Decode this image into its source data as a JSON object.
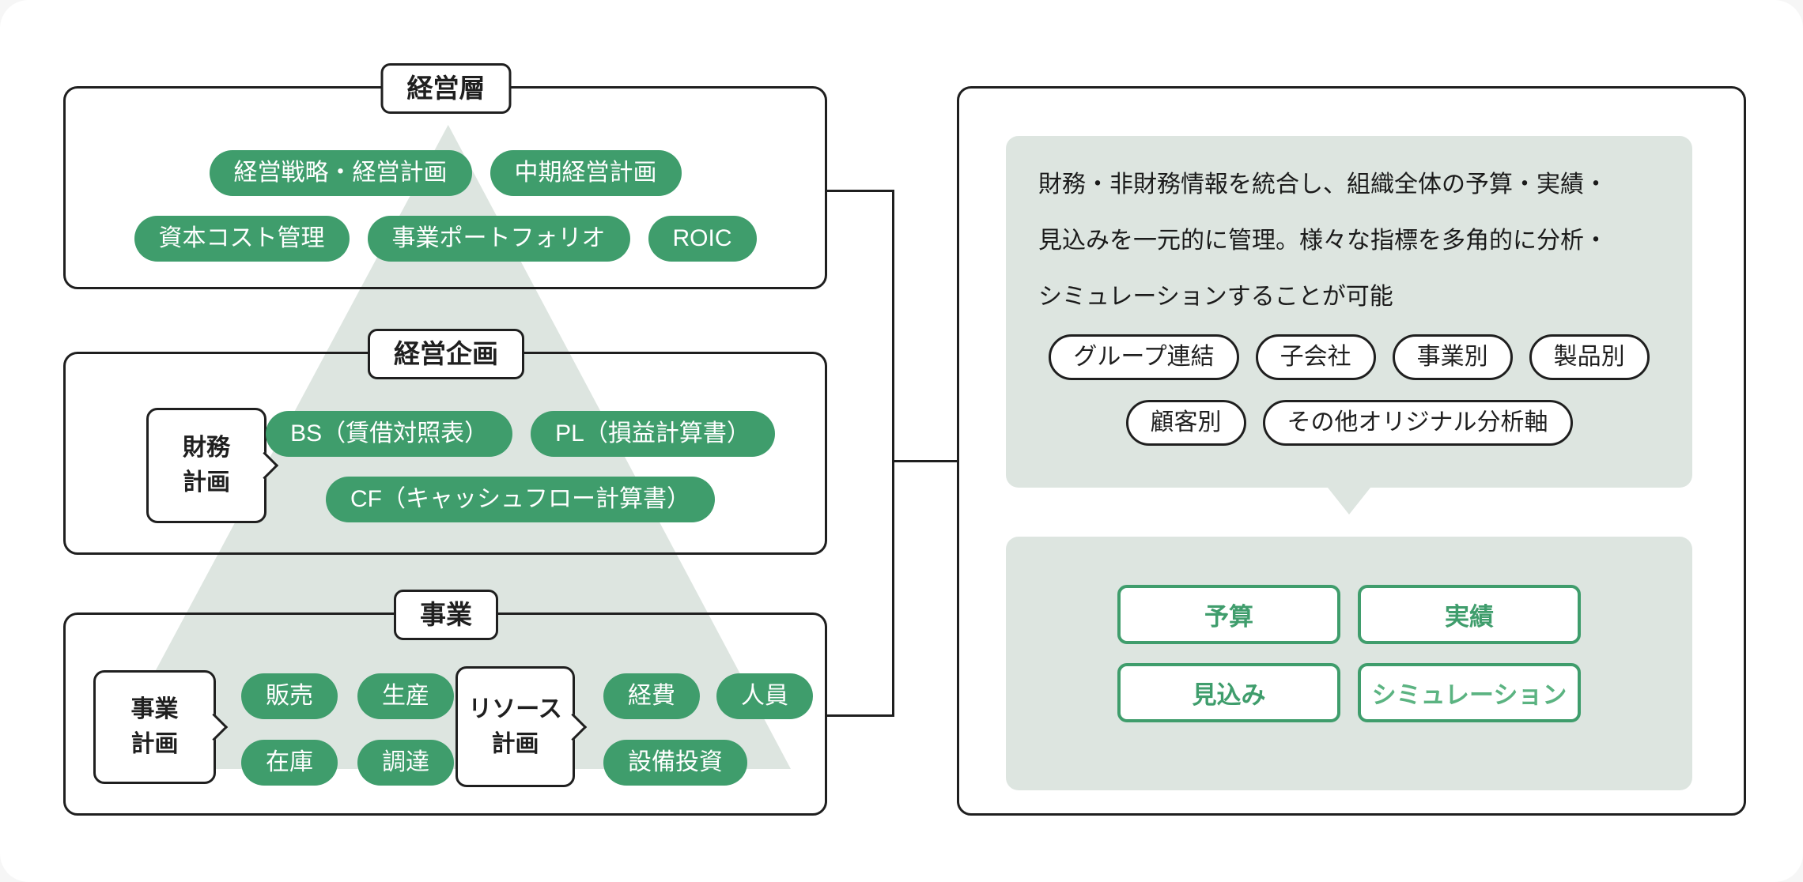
{
  "colors": {
    "pill_green": "#3f9d6c",
    "button_text_green": "#3f9d6c",
    "simulation_text_green": "#5bb381",
    "surface_gray_green": "#dde5e0",
    "ink": "#1f1f1f"
  },
  "left": {
    "box1": {
      "tab": "経営層",
      "row1": [
        "経営戦略・経営計画",
        "中期経営計画"
      ],
      "row2": [
        "資本コスト管理",
        "事業ポートフォリオ",
        "ROIC"
      ]
    },
    "box2": {
      "tab": "経営企画",
      "bubble_line1": "財務",
      "bubble_line2": "計画",
      "row1": [
        "BS（賃借対照表）",
        "PL（損益計算書）"
      ],
      "row2": [
        "CF（キャッシュフロー計算書）"
      ]
    },
    "box3": {
      "tab": "事業",
      "bubble1_line1": "事業",
      "bubble1_line2": "計画",
      "group1_row1": [
        "販売",
        "生産"
      ],
      "group1_row2": [
        "在庫",
        "調達"
      ],
      "bubble2_line1": "リソース",
      "bubble2_line2": "計画",
      "group2_row1": [
        "経費",
        "人員"
      ],
      "group2_row2": [
        "設備投資"
      ]
    }
  },
  "right": {
    "description_lines": [
      "財務・非財務情報を統合し、組織全体の予算・実績・",
      "見込みを一元的に管理。様々な指標を多角的に分析・",
      "シミュレーションすることが可能"
    ],
    "axis_row1": [
      "グループ連結",
      "子会社",
      "事業別",
      "製品別"
    ],
    "axis_row2": [
      "顧客別",
      "その他オリジナル分析軸"
    ],
    "buttons_row1": [
      "予算",
      "実績"
    ],
    "buttons_row2": [
      "見込み",
      "シミュレーション"
    ]
  }
}
